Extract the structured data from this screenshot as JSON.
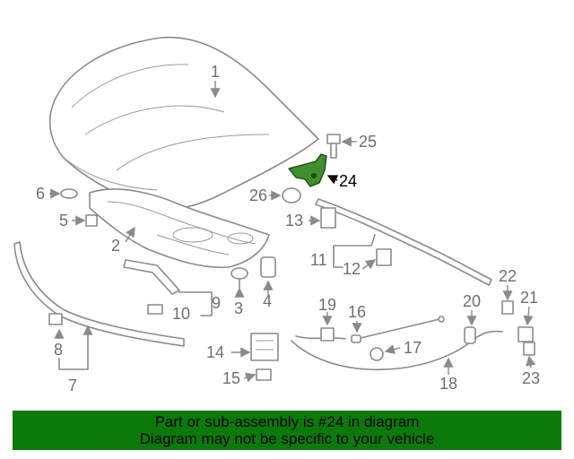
{
  "diagram": {
    "callouts": {
      "c1": "1",
      "c2": "2",
      "c3": "3",
      "c4": "4",
      "c5": "5",
      "c6": "6",
      "c7": "7",
      "c8": "8",
      "c9": "9",
      "c10": "10",
      "c11": "11",
      "c12": "12",
      "c13": "13",
      "c14": "14",
      "c15": "15",
      "c16": "16",
      "c17": "17",
      "c18": "18",
      "c19": "19",
      "c20": "20",
      "c21": "21",
      "c22": "22",
      "c23": "23",
      "c24": "24",
      "c25": "25",
      "c26": "26"
    },
    "highlight_color": "#3f8f2e"
  },
  "banner": {
    "line1": "Part or sub-assembly is #24 in diagram",
    "line2": "Diagram may not be specific to your vehicle",
    "background": "#0b7a0b"
  }
}
